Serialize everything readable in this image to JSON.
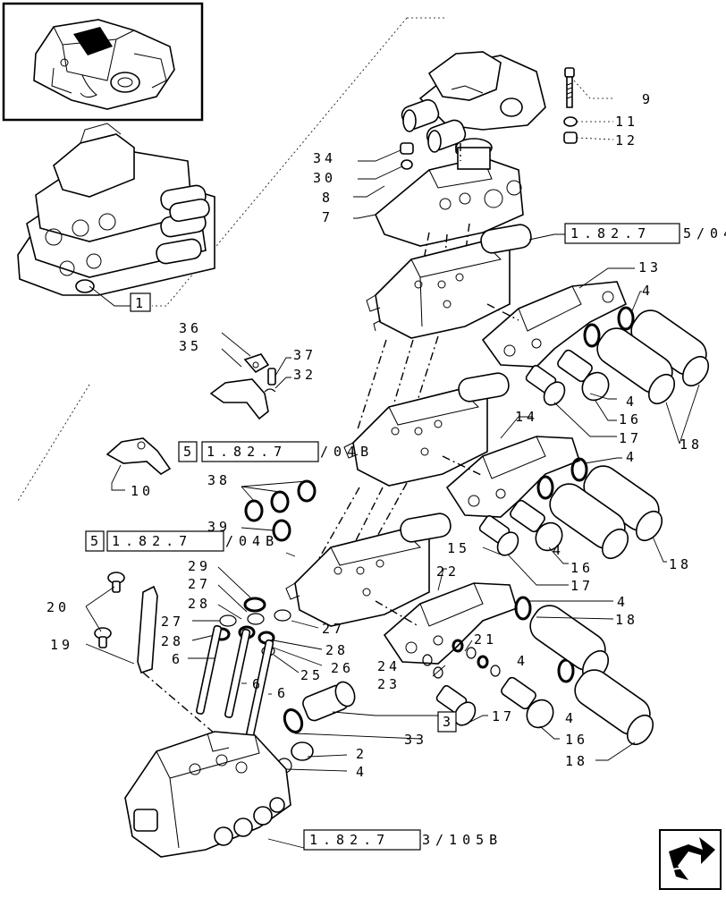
{
  "labels": {
    "l9": "9",
    "l11": "11",
    "l12": "12",
    "l34": "34",
    "l30": "30",
    "l8": "8",
    "l7": "7",
    "l1": "1",
    "l13": "13",
    "l4a": "4",
    "l36": "36",
    "l35": "35",
    "l37": "37",
    "l32": "32",
    "l4b": "4",
    "l16a": "16",
    "l17a": "17",
    "l18a": "18",
    "l14": "14",
    "l4c": "4",
    "l10": "10",
    "l38": "38",
    "l39": "39",
    "l15": "15",
    "l4d": "4",
    "l16b": "16",
    "l17b": "17",
    "l18b": "18",
    "l29": "29",
    "l22": "22",
    "l27a": "27",
    "l28a": "28",
    "l20": "20",
    "l27b": "27",
    "l28b": "28",
    "l27c": "27",
    "l28c": "28",
    "l26": "26",
    "l4e": "4",
    "l18c": "18",
    "l19": "19",
    "l6a": "6",
    "l6b": "6",
    "l6c": "6",
    "l25": "25",
    "l21": "21",
    "l24": "24",
    "l23": "23",
    "l4f": "4",
    "l3": "3",
    "l33": "33",
    "l2": "2",
    "l4g": "4",
    "l17c": "17",
    "l4h": "4",
    "l16c": "16",
    "l18d": "18"
  },
  "refs": {
    "ref_top": {
      "boxed": "1.82.7",
      "tail": "5/04"
    },
    "ref_mid": {
      "prefix": "5",
      "boxed": "1.82.7",
      "tail": "/04B"
    },
    "ref_low": {
      "prefix": "5",
      "boxed": "1.82.7",
      "tail": "/04B"
    },
    "ref_bottom": {
      "boxed": "1.82.7",
      "tail": "3/105B"
    }
  },
  "icons": {
    "nav": "next-page-arrow-icon"
  }
}
